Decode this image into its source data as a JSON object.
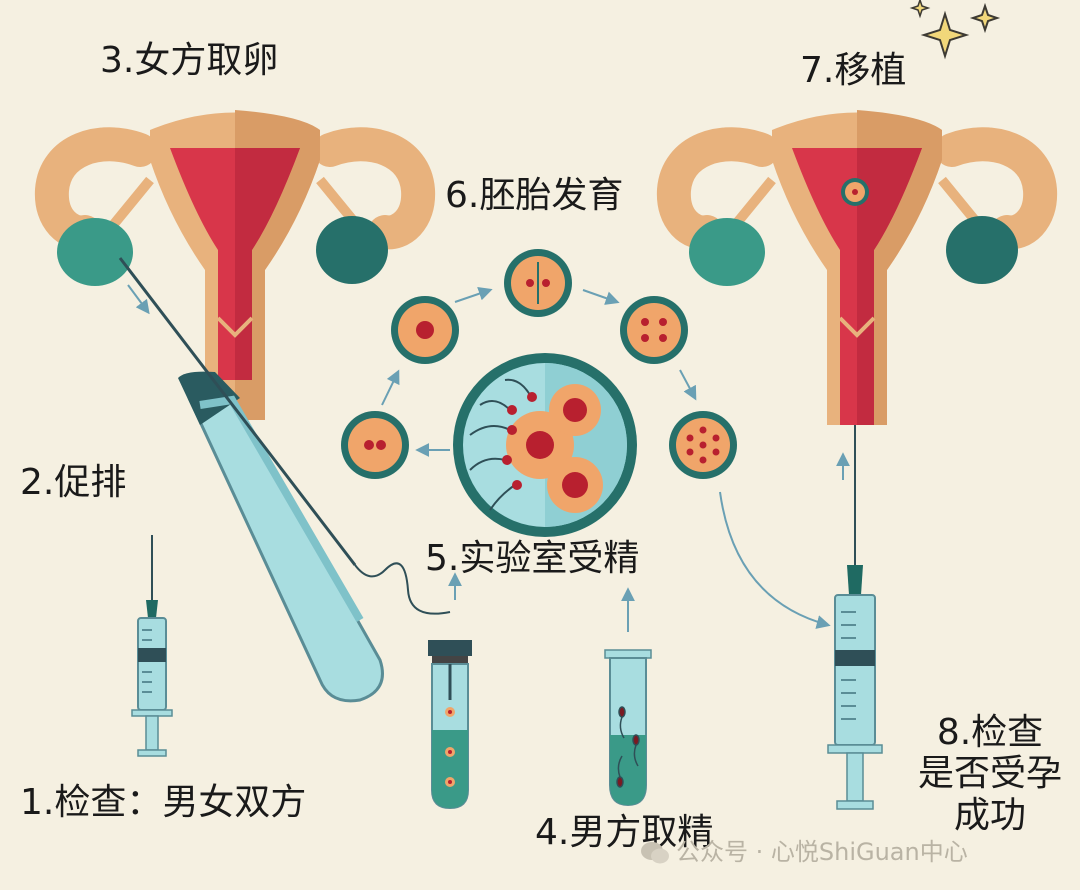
{
  "steps": {
    "s1": "1.检查：男女双方",
    "s2": "2.促排",
    "s3": "3.女方取卵",
    "s4": "4.男方取精",
    "s5": "5.实验室受精",
    "s6": "6.胚胎发育",
    "s7": "7.移植",
    "s8_line1": "8.检查",
    "s8_line2": "是否受孕",
    "s8_line3": "成功"
  },
  "watermark": "公众号 · 心悦ShiGuan中心",
  "colors": {
    "background": "#f5f0e1",
    "uterus_outer": "#e8b27d",
    "uterus_inner": "#d8364a",
    "ovary": "#3a9a88",
    "teal_dark": "#1f6a62",
    "light_blue": "#a8dde0",
    "arrow": "#6aa0b4"
  }
}
